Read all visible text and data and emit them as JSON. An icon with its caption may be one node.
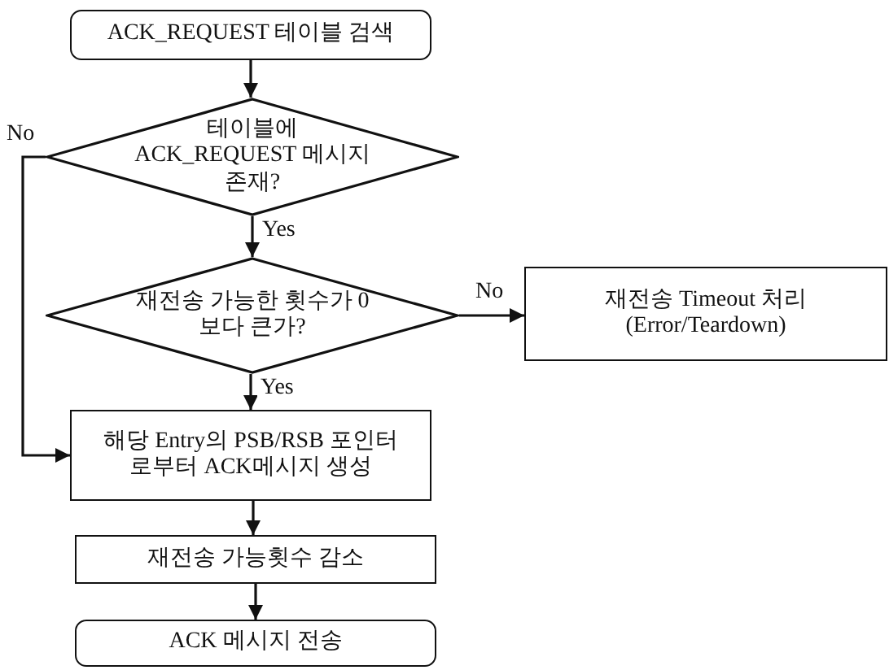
{
  "diagram": {
    "nodes": [
      {
        "text": [
          "ACK_REQUEST 테이블 검색"
        ]
      },
      {
        "text": [
          "테이블에 ACK_REQUEST 메시지 존재?"
        ]
      },
      {
        "text": [
          "재전송 가능한 횟수가 0보다 큰가?"
        ]
      },
      {
        "text": [
          "재전송 Timeout 처리 (Error/Teardown)"
        ]
      },
      {
        "text": [
          "해당 Entry의 PSB/RSB 포인터로부터 ACK메시지 생성"
        ]
      },
      {
        "text": [
          "재전송 가능횟수 감소"
        ]
      },
      {
        "text": [
          "ACK 메시지 전송"
        ]
      }
    ],
    "edges": [
      {
        "from": 0,
        "to": 1,
        "arrow": "to"
      },
      {
        "from": 1,
        "to": 2,
        "arrow": "to",
        "label": "Yes"
      },
      {
        "from": 1,
        "to": 4,
        "arrow": "to",
        "label": "No"
      },
      {
        "from": 2,
        "to": 3,
        "arrow": "to",
        "label": "No"
      },
      {
        "from": 2,
        "to": 4,
        "arrow": "to",
        "label": "Yes"
      },
      {
        "from": 4,
        "to": 5,
        "arrow": "to"
      },
      {
        "from": 5,
        "to": 6,
        "arrow": "to"
      }
    ]
  }
}
